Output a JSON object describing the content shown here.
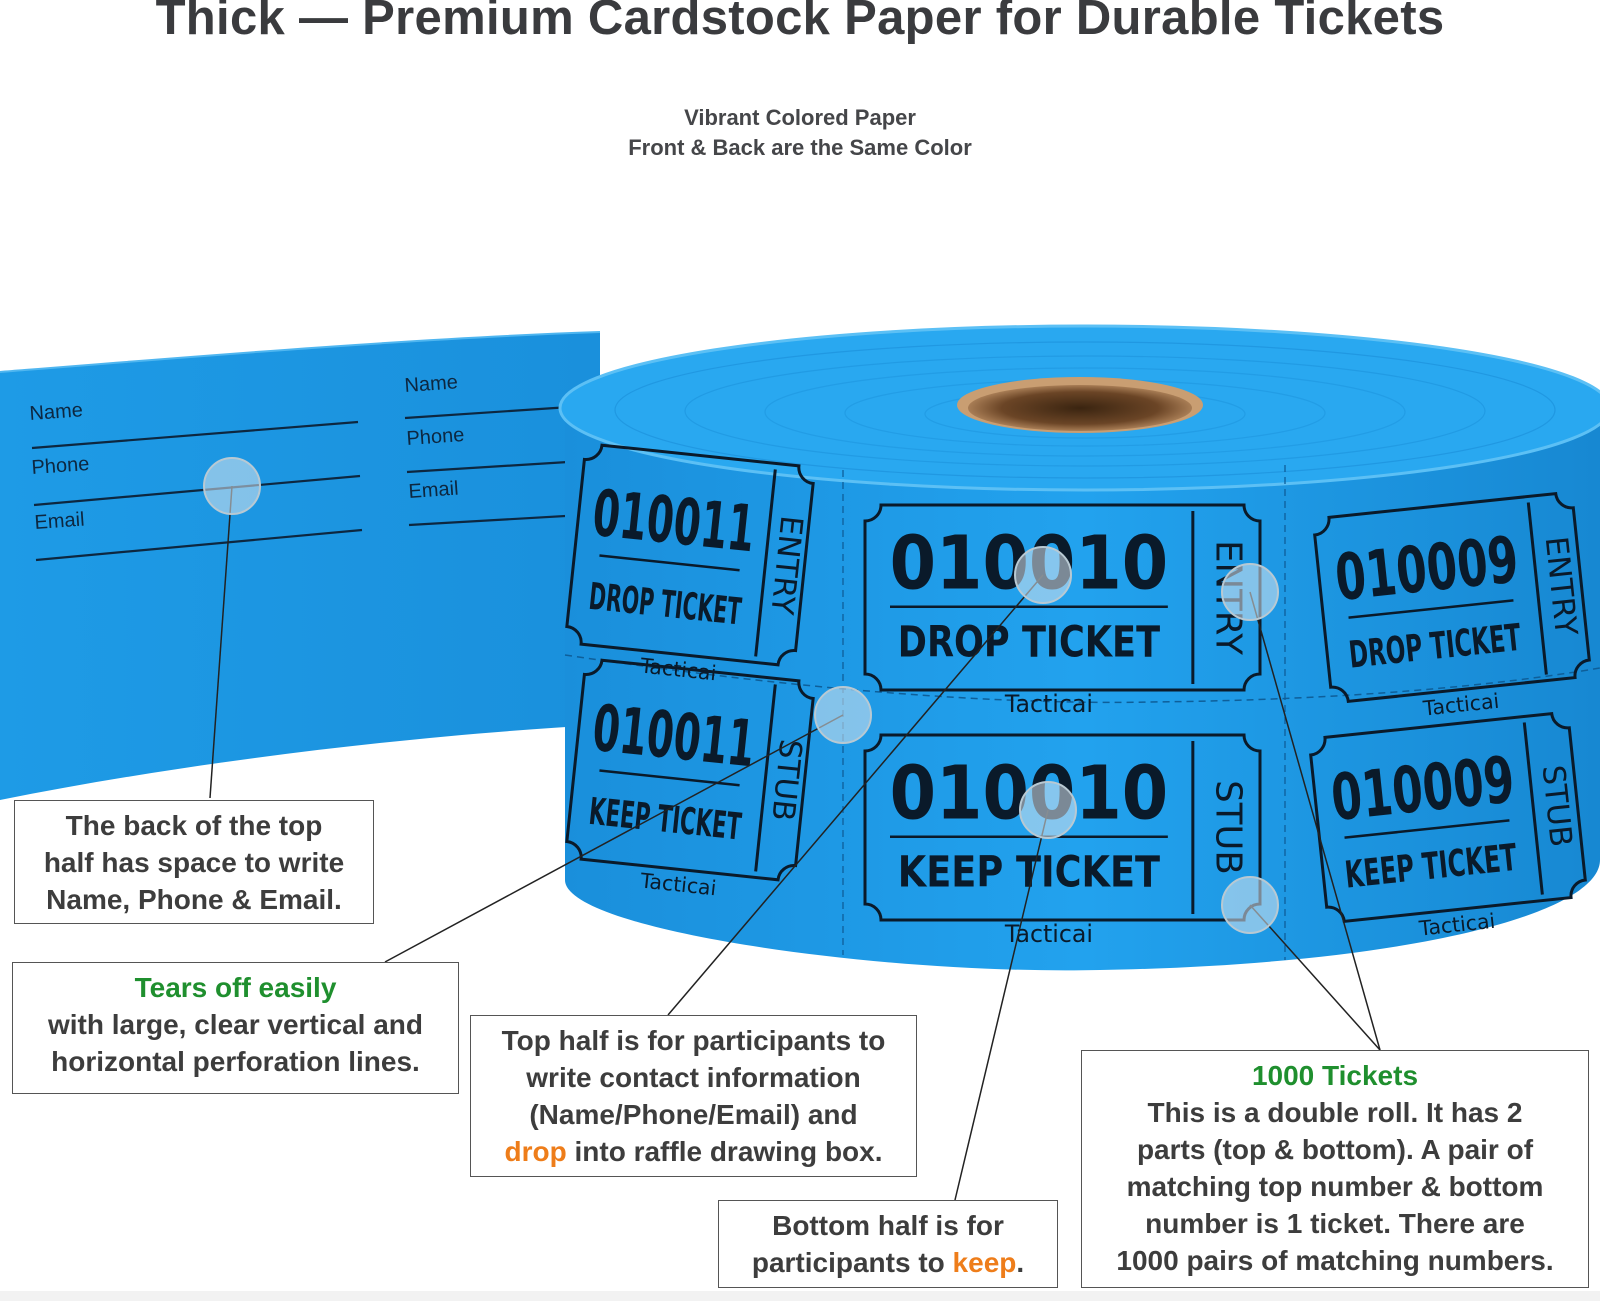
{
  "header": {
    "title": "Thick — Premium Cardstock Paper for Durable Tickets",
    "subtitle_line1": "Vibrant Colored Paper",
    "subtitle_line2": "Front & Back are the Same Color"
  },
  "colors": {
    "ticket_blue": "#1f9ee8",
    "ticket_blue_dark": "#1586cf",
    "highlight_green": "#1f8f2e",
    "highlight_orange": "#ee7d1a",
    "text_dark": "#3a3b3e"
  },
  "strip_back": {
    "fields_left": [
      "Name",
      "Phone",
      "Email"
    ],
    "fields_right": [
      "Name",
      "Phone",
      "Email"
    ]
  },
  "tickets": {
    "left_number": "010011",
    "center_number": "010010",
    "right_number": "010009",
    "drop_label": "DROP TICKET",
    "keep_label": "KEEP TICKET",
    "entry_label": "ENTRY",
    "stub_label": "STUB",
    "brand": "Tacticai"
  },
  "callouts": {
    "back": {
      "line1": "The back of the top",
      "line2": "half has space to write",
      "line3": "Name, Phone & Email."
    },
    "tears": {
      "highlight": "Tears off easily",
      "line1": "with large, clear vertical and",
      "line2": "horizontal perforation lines."
    },
    "top": {
      "line1": "Top half is for participants to",
      "line2": "write contact information",
      "line3": "(Name/Phone/Email) and",
      "highlight": "drop",
      "line4_rest": " into raffle drawing box."
    },
    "bottom": {
      "line1": "Bottom half is for",
      "line2_prefix": "participants to ",
      "highlight": "keep",
      "line2_suffix": "."
    },
    "count": {
      "highlight": "1000 Tickets",
      "line1": "This is a double roll. It has 2",
      "line2": "parts (top & bottom). A pair of",
      "line3": "matching top number & bottom",
      "line4": "number is 1 ticket. There are",
      "line5": "1000 pairs of matching numbers."
    }
  }
}
